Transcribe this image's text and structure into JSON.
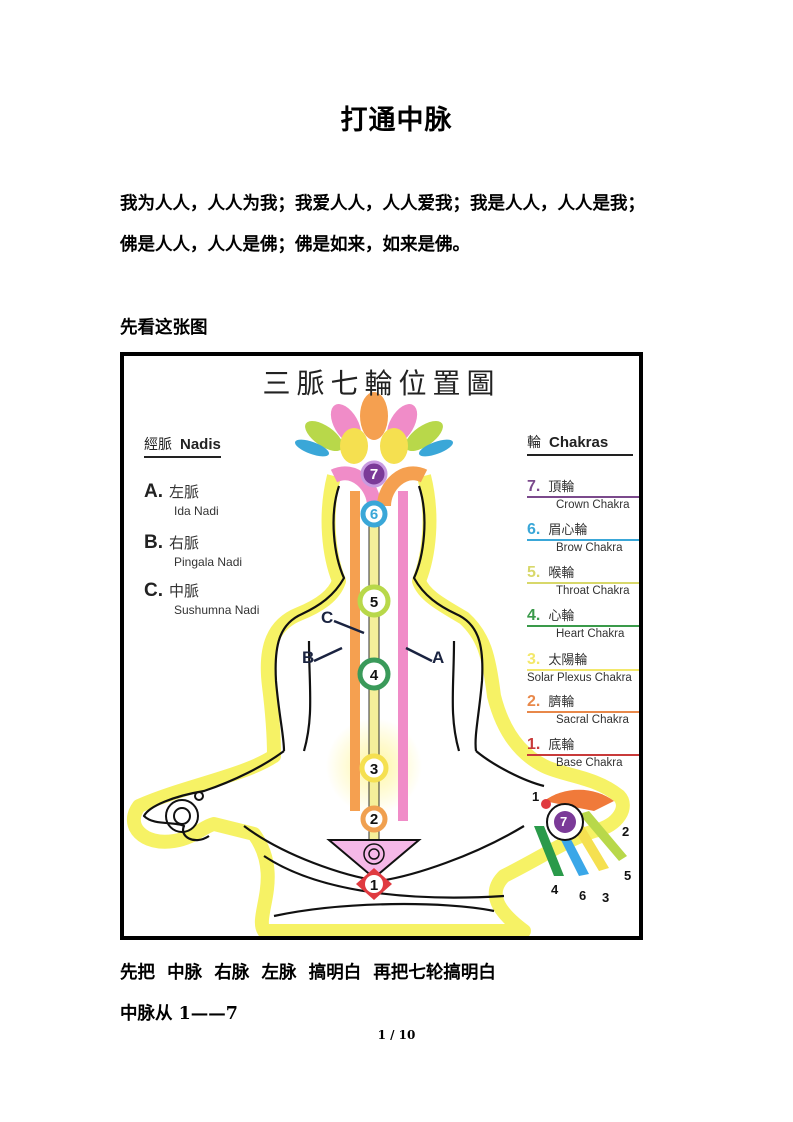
{
  "document": {
    "title": "打通中脉",
    "paragraphs": [
      "我为人人，人人为我；我爱人人，人人爱我；我是人人，人人是我；",
      "佛是人人，人人是佛；佛是如来，如来是佛。",
      "先看这张图",
      "先把  中脉  右脉  左脉  搞明白  再把七轮搞明白",
      "中脉从 1——7"
    ],
    "page_indicator": "1 / 10"
  },
  "figure": {
    "title": "三脈七輪位置圖",
    "nadis": {
      "heading_zh": "經脈",
      "heading_en": "Nadis",
      "items": [
        {
          "letter": "A.",
          "zh": "左脈",
          "en": "Ida Nadi"
        },
        {
          "letter": "B.",
          "zh": "右脈",
          "en": "Pingala Nadi"
        },
        {
          "letter": "C.",
          "zh": "中脈",
          "en": "Sushumna Nadi"
        }
      ]
    },
    "chakras": {
      "heading_zh": "輪",
      "heading_en": "Chakras",
      "items": [
        {
          "num": "7.",
          "zh": "頂輪",
          "en": "Crown Chakra",
          "color": "#7b4a8c"
        },
        {
          "num": "6.",
          "zh": "眉心輪",
          "en": "Brow Chakra",
          "color": "#3aa7d8"
        },
        {
          "num": "5.",
          "zh": "喉輪",
          "en": "Throat Chakra",
          "color": "#d8d86a"
        },
        {
          "num": "4.",
          "zh": "心輪",
          "en": "Heart Chakra",
          "color": "#3a9a4a"
        },
        {
          "num": "3.",
          "zh": "太陽輪",
          "en": "Solar Plexus Chakra",
          "color": "#f3e86a"
        },
        {
          "num": "2.",
          "zh": "臍輪",
          "en": "Sacral Chakra",
          "color": "#e8884a"
        },
        {
          "num": "1.",
          "zh": "底輪",
          "en": "Base Chakra",
          "color": "#c83a3a"
        }
      ]
    },
    "body_labels": {
      "c": "C",
      "b": "B",
      "a": "A"
    },
    "spine_chakra_numbers": [
      "7",
      "6",
      "5",
      "4",
      "3",
      "2",
      "1"
    ],
    "hand_numbers": {
      "thumb": "1",
      "palm": "7",
      "f2": "2",
      "f5": "5",
      "f4": "4",
      "f6": "6",
      "f3": "3"
    },
    "colors": {
      "ida": "#f08cc8",
      "pingala": "#f5a050",
      "sushumna": "#f5ef9a",
      "aura": "#f5f04a",
      "crown": "#7b3a98",
      "brow": "#3aa7d8",
      "throat": "#b8d84a",
      "heart": "#3a9a5a",
      "solar": "#f5e050",
      "sacral": "#f0a050",
      "base": "#e03a40"
    }
  }
}
